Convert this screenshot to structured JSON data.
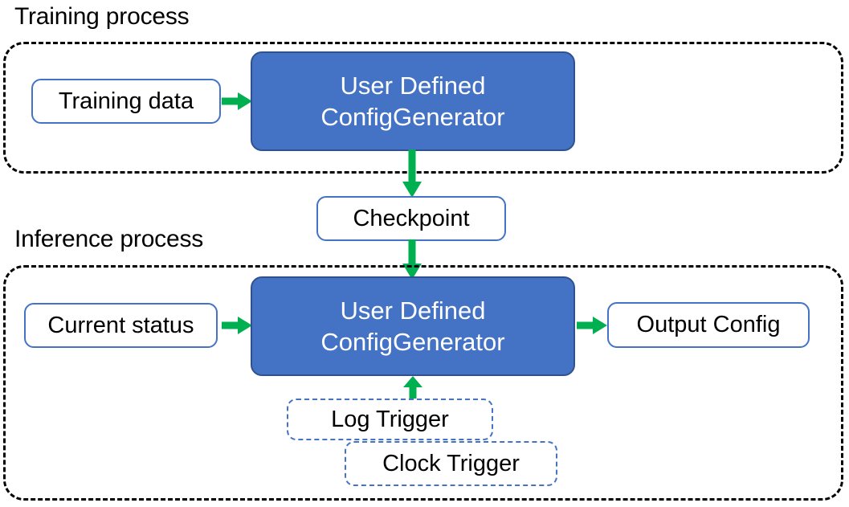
{
  "diagram": {
    "title_hidden": "",
    "colors": {
      "process_fill": "#4472C4",
      "process_border": "#2F528F",
      "node_border": "#4472C4",
      "arrow_green": "#00B050",
      "container_dash": "#000000",
      "trigger_dash": "#4472C4",
      "text_dark": "#000000",
      "text_light": "#FFFFFF",
      "background": "#FFFFFF"
    },
    "sections": [
      {
        "id": "training",
        "label": "Training process"
      },
      {
        "id": "inference",
        "label": "Inference process"
      }
    ],
    "nodes": {
      "training_data": "Training data",
      "training_generator_line1": "User Defined",
      "training_generator_line2": "ConfigGenerator",
      "checkpoint": "Checkpoint",
      "current_status": "Current status",
      "inference_generator_line1": "User Defined",
      "inference_generator_line2": "ConfigGenerator",
      "output_config": "Output Config",
      "log_trigger": "Log Trigger",
      "clock_trigger": "Clock Trigger"
    },
    "edges": [
      {
        "id": "e1",
        "from": "Training data",
        "to": "User Defined ConfigGenerator",
        "direction": "right"
      },
      {
        "id": "e2",
        "from": "User Defined ConfigGenerator",
        "to": "Checkpoint",
        "direction": "down"
      },
      {
        "id": "e3",
        "from": "Checkpoint",
        "to": "User Defined ConfigGenerator",
        "direction": "down"
      },
      {
        "id": "e4",
        "from": "Current status",
        "to": "User Defined ConfigGenerator",
        "direction": "right"
      },
      {
        "id": "e5",
        "from": "User Defined ConfigGenerator",
        "to": "Output Config",
        "direction": "right"
      },
      {
        "id": "e6",
        "from": "Log Trigger",
        "to": "User Defined ConfigGenerator",
        "direction": "up"
      }
    ]
  }
}
